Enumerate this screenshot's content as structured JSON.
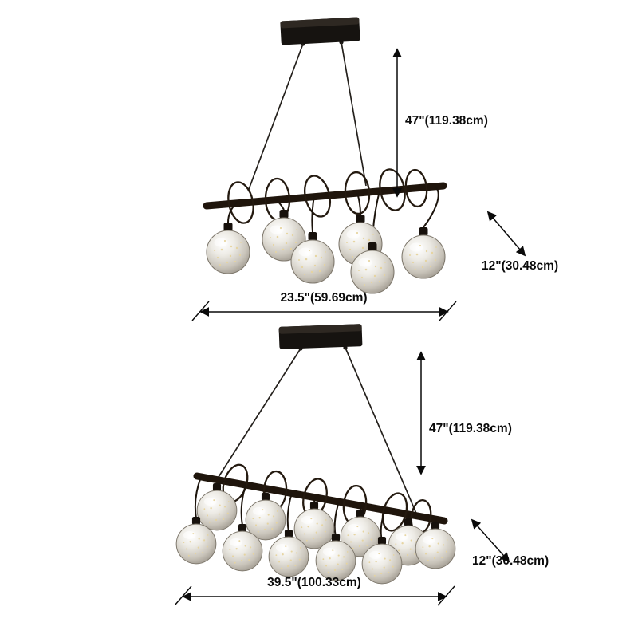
{
  "page": {
    "description": "Pendant chandelier size diagram with two fixture variants"
  },
  "colors": {
    "background": "#ffffff",
    "fixture_metal": "#1f150c",
    "dimension_ink": "#0a0a0a",
    "glass_tint": "#cfc9bf",
    "led_speckle": "#e6d49f"
  },
  "top_fixture": {
    "height_label": "47\"(119.38cm)",
    "depth_label": "12\"(30.48cm)",
    "width_label": "23.5\"(59.69cm)",
    "globe_count": 6
  },
  "bottom_fixture": {
    "height_label": "47\"(119.38cm)",
    "depth_label": "12\"(30.48cm)",
    "width_label": "39.5\"(100.33cm)",
    "globe_count": 11
  }
}
